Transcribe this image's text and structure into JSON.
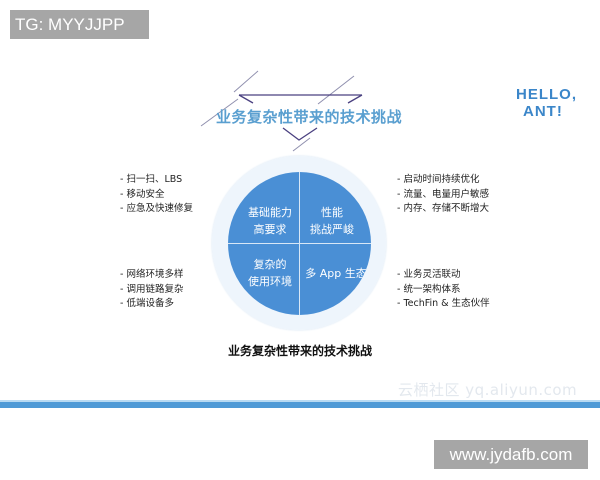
{
  "overlay": {
    "top_tag": "TG: MYYJJPP",
    "bottom_url": "www.jydafb.com"
  },
  "slide": {
    "title": "业务复杂性带来的技术挑战",
    "caption": "业务复杂性带来的技术挑战",
    "logo": {
      "line1": "HELLO,",
      "line2": "ANT!"
    },
    "watermark": "云栖社区 yq.aliyun.com",
    "colors": {
      "title": "#5a9fd0",
      "disc": "#4a8fd5",
      "ring": "#e3eef9",
      "bar": "#4f9ad6",
      "logo": "#3b86c9"
    },
    "quadrants": {
      "top_left": {
        "line1": "基础能力",
        "line2": "高要求"
      },
      "top_right": {
        "line1": "性能",
        "line2": "挑战严峻"
      },
      "bottom_left": {
        "line1": "复杂的",
        "line2": "使用环境"
      },
      "bottom_right": {
        "line1": "多 App 生态"
      }
    },
    "bullets": {
      "top_left": [
        "- 扫一扫、LBS",
        "- 移动安全",
        "- 应急及快速修复"
      ],
      "top_right": [
        "- 启动时间持续优化",
        "- 流量、电量用户敏感",
        "- 内存、存储不断增大"
      ],
      "bottom_left": [
        "- 网络环境多样",
        "- 调用链路复杂",
        "- 低端设备多"
      ],
      "bottom_right": [
        "- 业务灵活联动",
        "- 统一架构体系",
        "- TechFin & 生态伙伴"
      ]
    }
  }
}
